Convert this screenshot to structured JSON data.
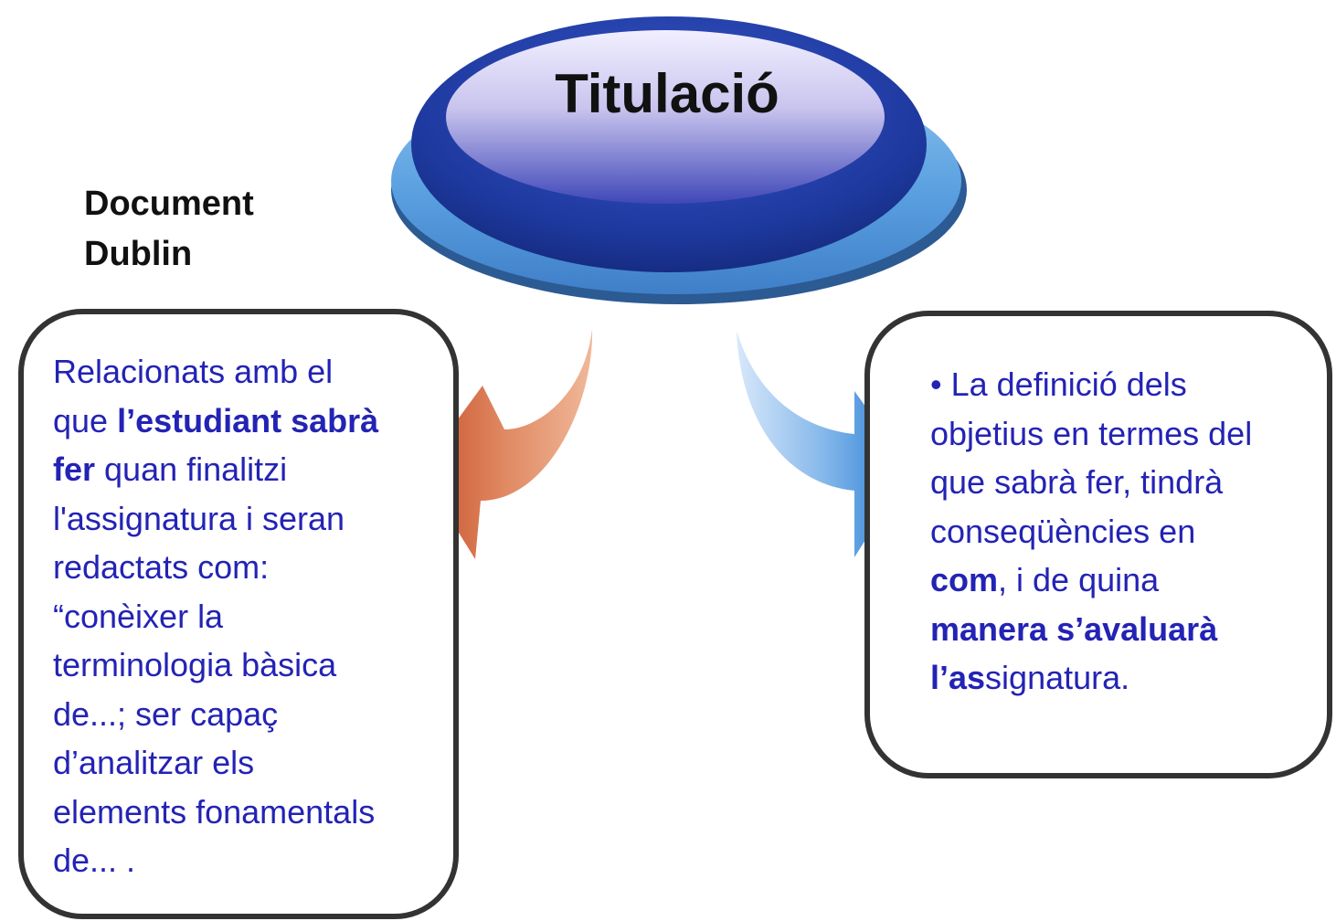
{
  "header": {
    "title": "Titulació"
  },
  "source_label": {
    "line1": "Document",
    "line2": "Dublin"
  },
  "left_box": {
    "lines": [
      {
        "parts": [
          "Relacionats  amb el"
        ]
      },
      {
        "parts": [
          "que ",
          {
            "bold": "l’estudiant sabrà"
          }
        ]
      },
      {
        "parts": [
          {
            "bold": "fer"
          },
          " quan finalitzi"
        ]
      },
      {
        "parts": [
          "l'assignatura i seran"
        ]
      },
      {
        "parts": [
          "redactats com:"
        ]
      },
      {
        "parts": [
          "“conèixer la"
        ]
      },
      {
        "parts": [
          "terminologia bàsica"
        ]
      },
      {
        "parts": [
          "de...; ser capaç"
        ]
      },
      {
        "parts": [
          "d’analitzar els"
        ]
      },
      {
        "parts": [
          "elements fonamentals"
        ]
      },
      {
        "parts": [
          "de... ."
        ]
      }
    ]
  },
  "right_box": {
    "lines": [
      {
        "parts": [
          "• La definició dels"
        ]
      },
      {
        "parts": [
          "objetius en termes del"
        ]
      },
      {
        "parts": [
          "que sabrà fer, tindrà"
        ]
      },
      {
        "parts": [
          "conseqüències en"
        ]
      },
      {
        "parts": [
          {
            "bold": "com"
          },
          ", i de quina"
        ]
      },
      {
        "parts": [
          {
            "bold": "manera s’avaluarà"
          }
        ]
      },
      {
        "parts": [
          {
            "bold": "l’as"
          },
          "signatura."
        ]
      }
    ]
  },
  "colors": {
    "button_outer": "#1e3aa0",
    "button_highlight": "#dcd8f5",
    "platform": "#5aa0e0",
    "left_arrow": "#d2643c",
    "right_arrow": "#2e86d8",
    "box_text": "#2323b5",
    "box_border": "#333333"
  }
}
